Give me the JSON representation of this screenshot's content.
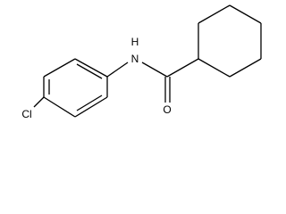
{
  "molecule": {
    "atom_labels": {
      "amide_nitrogen": "N",
      "amide_hydrogen": "H",
      "carbonyl_oxygen": "O",
      "chlorine": "Cl"
    },
    "line_color": "#000000",
    "background": "#ffffff"
  }
}
